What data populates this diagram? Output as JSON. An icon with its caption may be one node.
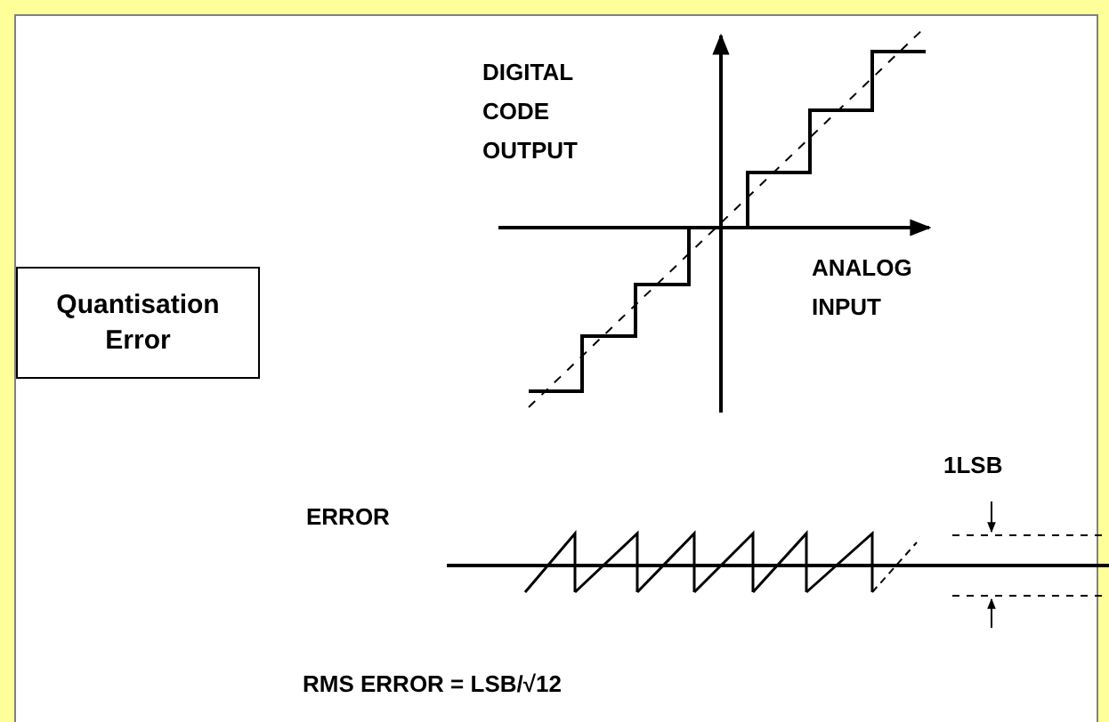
{
  "diagram": {
    "nodes": [
      {
        "text": [
          "Quantisation Error"
        ]
      }
    ],
    "labels": [
      "DIGITAL CODE OUTPUT",
      "ANALOG INPUT",
      "ERROR",
      "1LSB",
      "RMS ERROR = LSB/√12"
    ]
  }
}
